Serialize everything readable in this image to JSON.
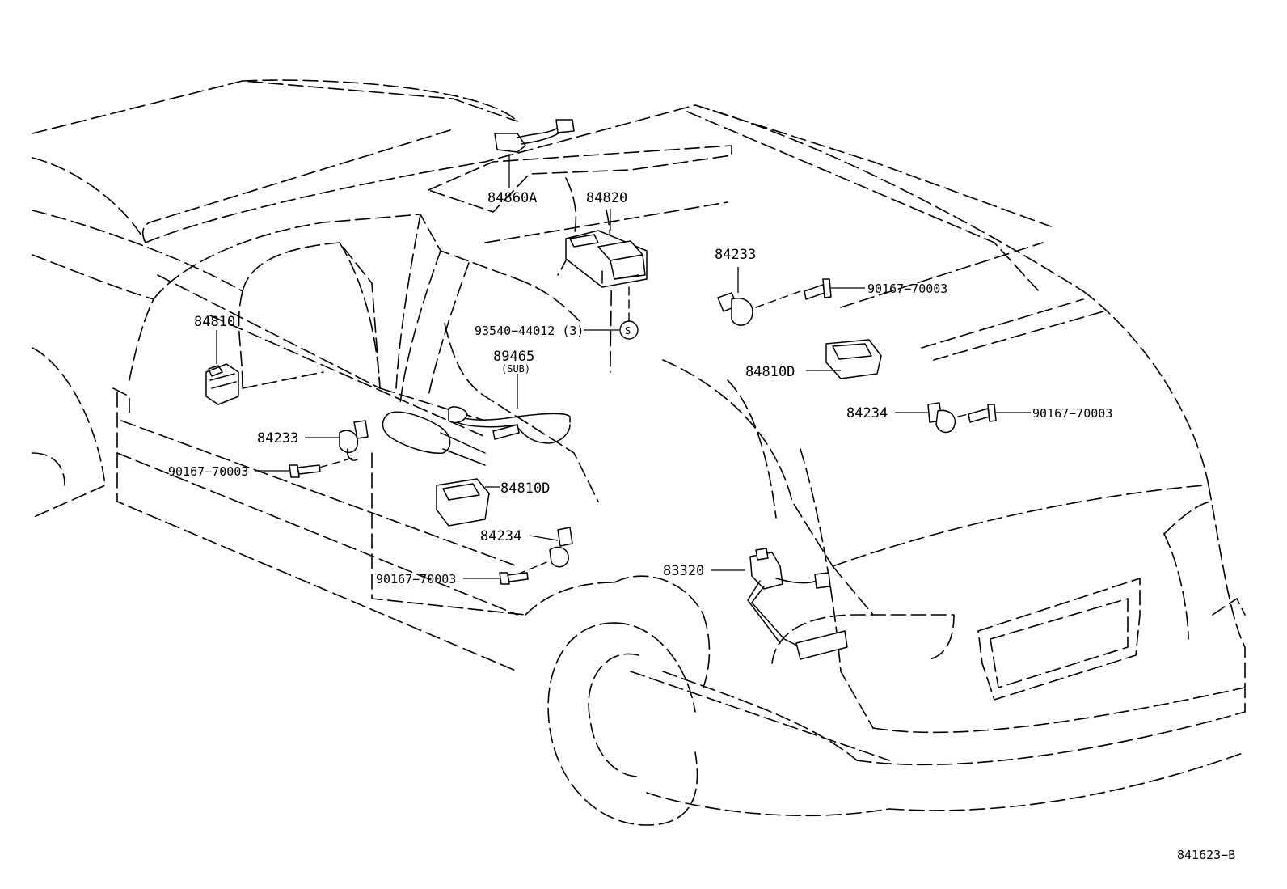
{
  "callouts": {
    "p84860A": "84860A",
    "p84820": "84820",
    "p84233_right": "84233",
    "p90167_right_top": "90167−70003",
    "p93540": "93540−44012 (3)",
    "p93540_symbol": "S",
    "p89465": "89465",
    "p89465_sub": "(SUB)",
    "p84810": "84810",
    "p84810D_right": "84810D",
    "p84234_right": "84234",
    "p90167_right_mid": "90167−70003",
    "p84233_left": "84233",
    "p90167_left": "90167−70003",
    "p84810D_center": "84810D",
    "p84234_center": "84234",
    "p90167_center": "90167−70003",
    "p83320": "83320"
  },
  "figure_id": "841623−B"
}
